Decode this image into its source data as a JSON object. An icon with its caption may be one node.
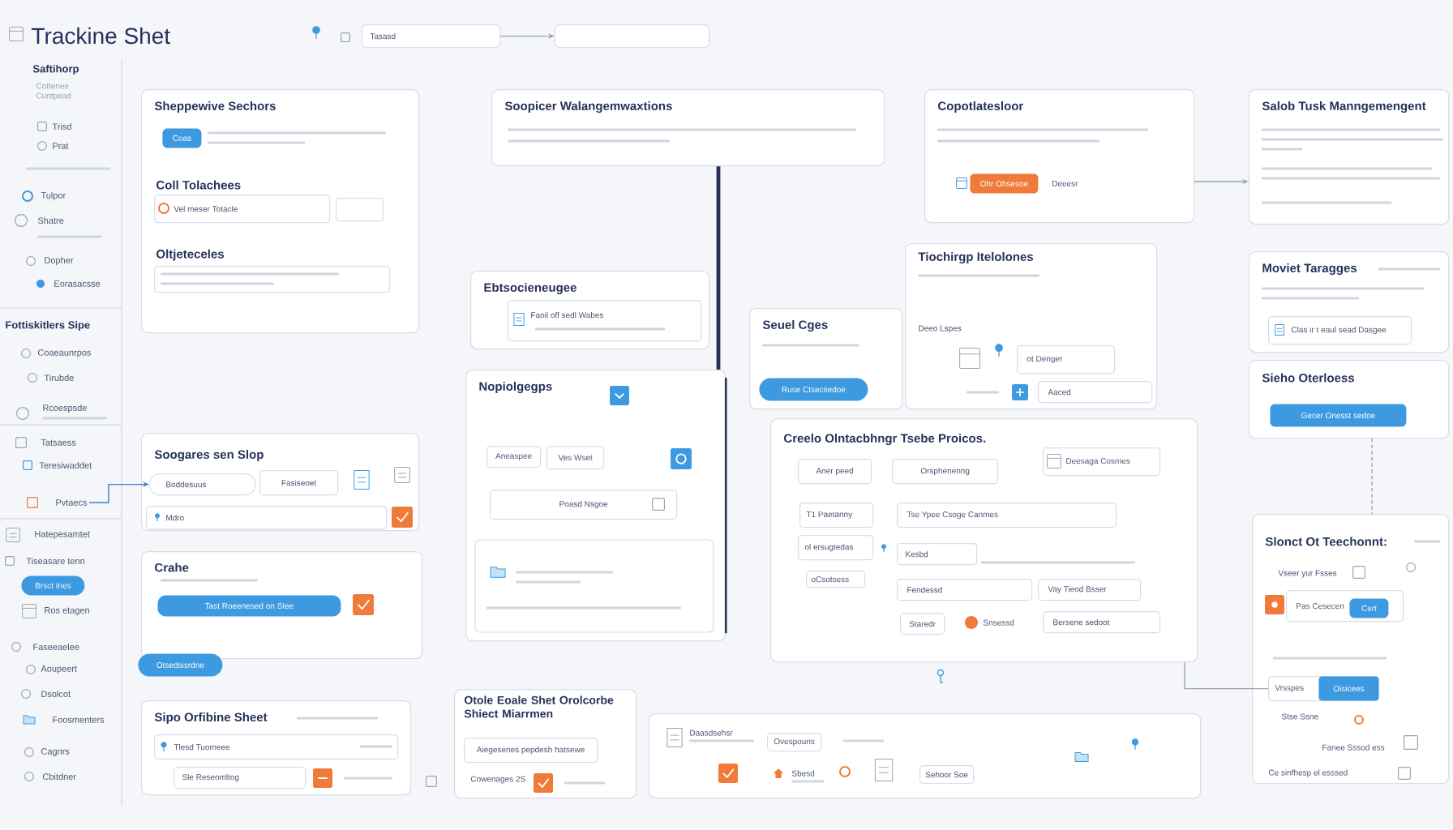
{
  "diagram": {
    "title": "Trackine Shet",
    "nodes": [
      {
        "text": [
          "Tasasd"
        ]
      },
      {
        "text": [],
        "shape": "box"
      },
      {
        "text": [
          "Pvtaecs"
        ]
      },
      {
        "text": [
          "Brsct Ines"
        ]
      },
      {
        "text": [
          "Sheppewive Sechors"
        ]
      },
      {
        "text": [
          "Coas"
        ],
        "in": 4
      },
      {
        "text": [
          "Coll Tolachees",
          "Vel meser Totacle"
        ],
        "in": 4
      },
      {
        "text": [],
        "shape": "box",
        "in": 4
      },
      {
        "text": [
          "Oltjeteceles"
        ],
        "in": 4
      },
      {
        "text": [
          "Soopicer Walangemwaxtions"
        ]
      },
      {
        "text": [
          "Copotlatesloor"
        ]
      },
      {
        "text": [
          "Ohr Ohsesoe"
        ],
        "in": 10,
        "beside": [
          "Deeesr"
        ]
      },
      {
        "text": [
          "Salob Tusk Manngemengent"
        ]
      },
      {
        "text": [
          "Ebtsocieneugee"
        ]
      },
      {
        "text": [
          "Faoil off sedl Wabes"
        ],
        "in": 13
      },
      {
        "text": [
          "Seuel Cges"
        ]
      },
      {
        "text": [
          "Ruse Ctsecitedoe"
        ],
        "in": 15
      },
      {
        "text": [
          "Tiochirgp Itelolones"
        ]
      },
      {
        "text": [
          "ot Denger"
        ],
        "in": 17
      },
      {
        "text": [
          "Aaced"
        ],
        "in": 17
      },
      {
        "text": [
          "Moviet Taragges"
        ]
      },
      {
        "text": [
          "Clas ir t eaul sead Dasgee"
        ],
        "in": 20
      },
      {
        "text": [
          "Sieho Oterloess"
        ]
      },
      {
        "text": [
          "Gecer Onesst sedoe"
        ],
        "in": 22
      },
      {
        "text": [
          "Nopiolgegps"
        ]
      },
      {
        "text": [
          "Aneaspee"
        ],
        "in": 24
      },
      {
        "text": [
          "Ves Wset"
        ],
        "in": 24
      },
      {
        "text": [
          "Poasd Nsgoe"
        ],
        "in": 24
      },
      {
        "text": [
          "Soogares sen Slop"
        ]
      },
      {
        "text": [
          "Boddesuus"
        ],
        "in": 28
      },
      {
        "text": [
          "Fasiseoet"
        ],
        "in": 28
      },
      {
        "text": [
          "Mdro"
        ],
        "in": 28
      },
      {
        "text": [
          "Crahe"
        ]
      },
      {
        "text": [
          "Tast Roeenesed on Stee"
        ],
        "in": 32
      },
      {
        "text": [
          "Otsedsisrdne"
        ]
      },
      {
        "text": [
          "Creelo Olntacbhngr Tsebe Proicos."
        ]
      },
      {
        "text": [
          "Aner peed"
        ],
        "in": 35
      },
      {
        "text": [
          "Orsphenenng"
        ],
        "in": 35
      },
      {
        "text": [
          "Deesaga Cosmes"
        ],
        "in": 35
      },
      {
        "text": [
          "T1 Paetanny"
        ],
        "in": 35
      },
      {
        "text": [
          "Tse Ypee Csoge Canmes"
        ],
        "in": 35
      },
      {
        "text": [
          "ol ersugtedas"
        ],
        "in": 35
      },
      {
        "text": [
          "Kesbd"
        ],
        "in": 35
      },
      {
        "text": [
          "oCsotsess"
        ],
        "in": 35
      },
      {
        "text": [
          "Fendessd"
        ],
        "in": 35
      },
      {
        "text": [
          "Vay Tieod Bsser"
        ],
        "in": 35
      },
      {
        "text": [
          "Staredr"
        ],
        "in": 35
      },
      {
        "text": [
          "Bersene sedoot"
        ],
        "in": 35
      },
      {
        "text": [
          "Slonct Ot Teechonnt:"
        ]
      },
      {
        "text": [
          "Pas Cesecen"
        ],
        "in": 48
      },
      {
        "text": [
          "Cert"
        ],
        "in": 49
      },
      {
        "text": [
          "Vrsspes"
        ],
        "in": 48
      },
      {
        "text": [
          "Oisicees"
        ],
        "in": 51
      },
      {
        "text": [
          "Sipo Orfibine Sheet"
        ]
      },
      {
        "text": [
          "Tlesd Tuomeee"
        ],
        "in": 53
      },
      {
        "text": [
          "Sle Reseomltog"
        ],
        "in": 53
      },
      {
        "text": [
          "Otole Eoale Shet Orolcorbe Shiect Miarrmen"
        ]
      },
      {
        "text": [
          "Aiegesenes pepdesh hatsewe"
        ],
        "in": 56
      },
      {
        "text": [],
        "shape": "box"
      },
      {
        "text": [
          "Ovespouns"
        ],
        "in": 58
      },
      {
        "text": [
          "Sehoor Soe"
        ],
        "in": 58
      }
    ],
    "edges": [
      {
        "from": 0,
        "to": 1,
        "arrow": "to"
      },
      {
        "from": 2,
        "to": 29,
        "arrow": "to",
        "color": "#3e7fc4"
      },
      {
        "from": 9,
        "to": 24,
        "arrow": "none",
        "style": "thick",
        "color": "#27325a"
      },
      {
        "from": 10,
        "to": 12,
        "arrow": "to"
      },
      {
        "from": 22,
        "to": 48,
        "arrow": "none",
        "style": "dashed"
      },
      {
        "from": 35,
        "to": 51,
        "arrow": "none"
      }
    ],
    "labels": [
      "Saftihorp",
      "Cottenee Cuntpead",
      "Trisd",
      "Prat",
      "Tulpor",
      "Shatre",
      "Dopher",
      "Eorasacsse",
      "Fottiskitlers Sipe",
      "Coaeaunrpos",
      "Tirubde",
      "Rcoespsde",
      "Tatsaess",
      "Teresiwaddet",
      "Hatepesamtet",
      "Tiseasare tenn",
      "Ros etagen",
      "Faseeaelee",
      "Aoupeert",
      "Dsolcot",
      "Foosmenters",
      "Cagnrs",
      "Cbitdner",
      "Deeo Lspes",
      "Snsessd",
      "Vseer yur Fsses",
      "Stse Ssne",
      "Fanee Sssod ess",
      "Ce sinfhesp el esssed",
      "Cowenages 2S",
      "Daasdsehsr",
      "Sbesd"
    ]
  }
}
